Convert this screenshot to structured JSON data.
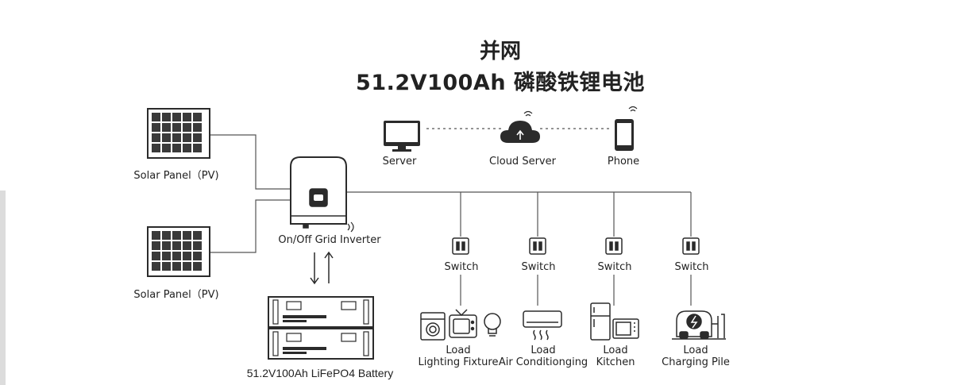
{
  "title": {
    "line1": "并网",
    "line2": "51.2V100Ah 磷酸铁锂电池"
  },
  "devices": {
    "solar_panel_1": "Solar Panel（PV)",
    "solar_panel_2": "Solar Panel（PV)",
    "inverter": "On/Off Grid Inverter",
    "battery": "51.2V100Ah LiFePO4 Battery",
    "server": "Server",
    "cloud_server": "Cloud Server",
    "phone": "Phone"
  },
  "branches": [
    {
      "switch": "Switch",
      "load": "Load",
      "load_name": "Lighting Fixture",
      "icons": [
        "washing-machine-icon",
        "tv-icon",
        "bulb-icon"
      ]
    },
    {
      "switch": "Switch",
      "load": "Load",
      "load_name": "Air Conditionging",
      "icons": [
        "air-conditioner-icon"
      ]
    },
    {
      "switch": "Switch",
      "load": "Load",
      "load_name": "Kitchen",
      "icons": [
        "fridge-icon",
        "microwave-icon"
      ]
    },
    {
      "switch": "Switch",
      "load": "Load",
      "load_name": "Charging Pile",
      "icons": [
        "charging-pile-icon"
      ]
    }
  ],
  "colors": {
    "line": "#555555",
    "ink": "#2b2b2b",
    "accent_green": "#2e7d32"
  }
}
